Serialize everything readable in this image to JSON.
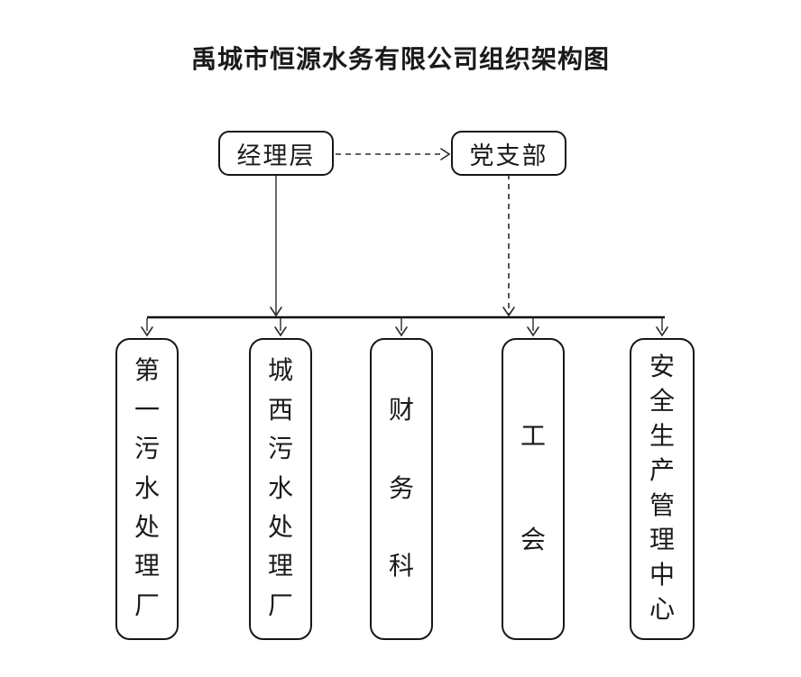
{
  "title": "禹城市恒源水务有限公司组织架构图",
  "top_nodes": {
    "manager": {
      "label": "经理层"
    },
    "party": {
      "label": "党支部"
    }
  },
  "departments": [
    {
      "label": "第一污水处理厂"
    },
    {
      "label": "城西污水处理厂"
    },
    {
      "label": "财务科"
    },
    {
      "label": "工会"
    },
    {
      "label": "安全生产管理中心"
    }
  ],
  "connections": [
    {
      "from": "经理层",
      "to": "下属部门汇总线",
      "style": "solid-arrow"
    },
    {
      "from": "经理层",
      "to": "党支部",
      "style": "dashed-arrow"
    },
    {
      "from": "党支部",
      "to": "下属部门汇总线",
      "style": "dashed-arrow"
    }
  ],
  "colors": {
    "background": "#ffffff",
    "line": "#2b2b2b",
    "box_border": "#161616",
    "text": "#1a1a1a"
  }
}
